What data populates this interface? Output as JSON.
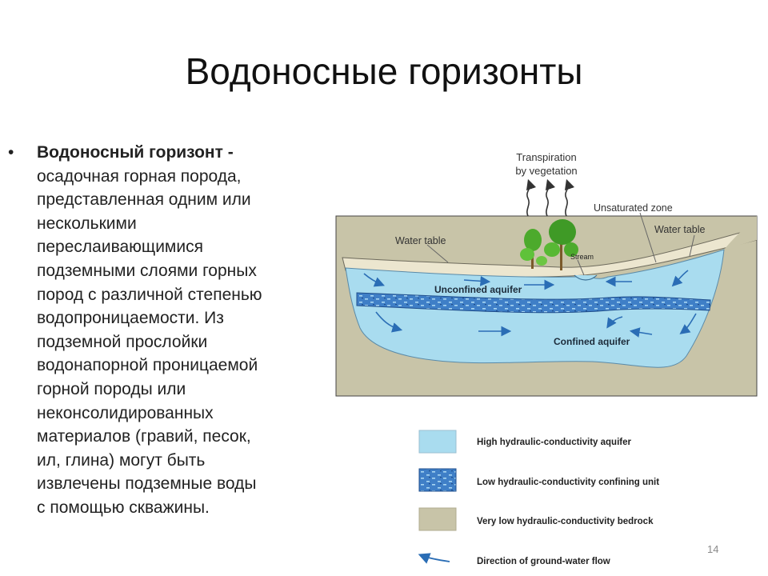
{
  "slide": {
    "title": "Водоносные горизонты",
    "page_number": "14"
  },
  "bullet": {
    "marker": "•",
    "lead": "Водоносный горизонт -",
    "lines": [
      "осадочная горная порода,",
      "представленная одним или",
      "несколькими",
      "переслаивающимися",
      "подземными слоями горных",
      "пород с различной степенью",
      "водопроницаемости. Из",
      "подземной прослойки",
      "водонапорной проницаемой",
      "горной породы или",
      "неконсолидированных",
      "материалов (гравий, песок,",
      "ил, глина) могут быть",
      "извлечены подземные воды",
      "с помощью скважины."
    ]
  },
  "diagram": {
    "labels": {
      "transpiration_line1": "Transpiration",
      "transpiration_line2": "by vegetation",
      "unsaturated_zone": "Unsaturated zone",
      "water_table_left": "Water table",
      "water_table_right": "Water table",
      "stream": "Stream",
      "unconfined_aquifer": "Unconfined aquifer",
      "confined_aquifer": "Confined aquifer"
    },
    "colors": {
      "aquifer": "#a9dcef",
      "confining_unit": "#3f7fc7",
      "bedrock": "#c8c4a8",
      "flow_arrow": "#2a6db5",
      "soil": "#ece6cf",
      "tree": "#4caa2c"
    },
    "legend": [
      {
        "label": "High hydraulic-conductivity aquifer",
        "swatch": "aquifer"
      },
      {
        "label": "Low hydraulic-conductivity confining unit",
        "swatch": "confining"
      },
      {
        "label": "Very low hydraulic-conductivity bedrock",
        "swatch": "bedrock"
      },
      {
        "label": "Direction of ground-water flow",
        "swatch": "arrow"
      }
    ]
  }
}
